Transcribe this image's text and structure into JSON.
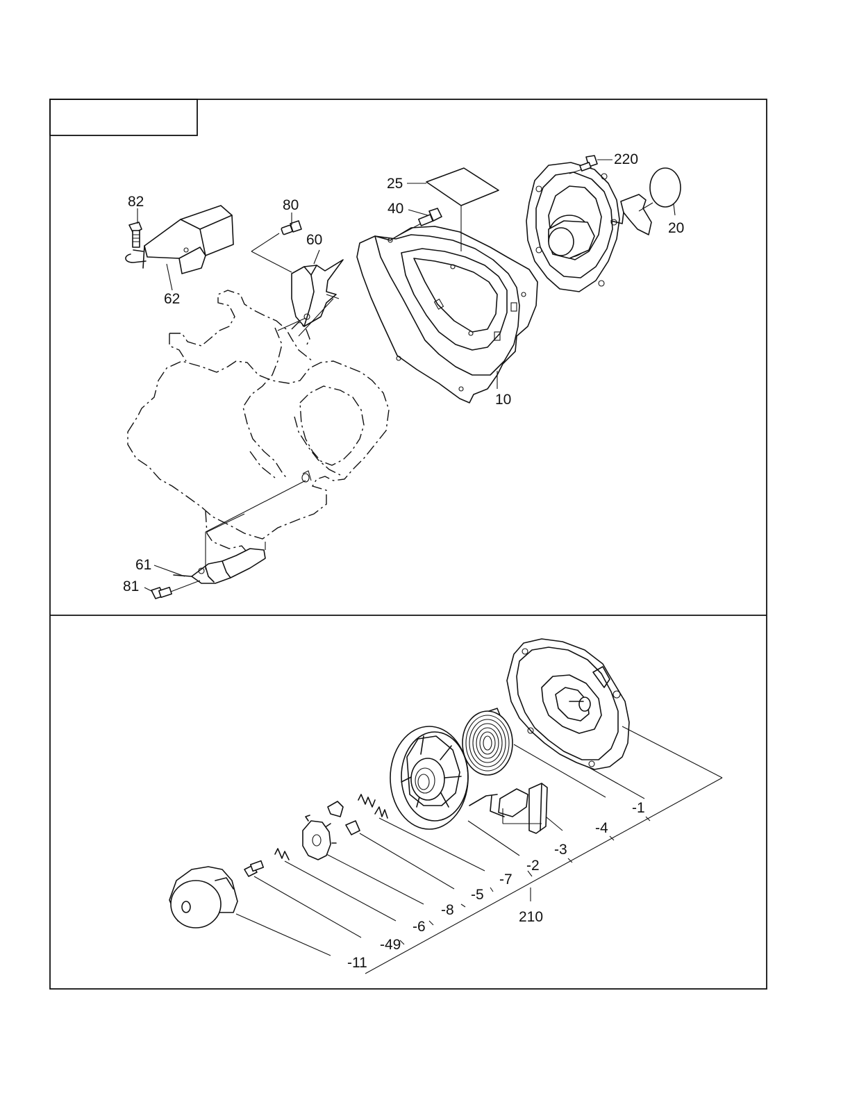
{
  "diagram": {
    "header_box_text": "",
    "upper_panel": {
      "callouts": [
        {
          "id": "c82",
          "text": "82"
        },
        {
          "id": "c80",
          "text": "80"
        },
        {
          "id": "c60",
          "text": "60"
        },
        {
          "id": "c62",
          "text": "62"
        },
        {
          "id": "c25",
          "text": "25"
        },
        {
          "id": "c40",
          "text": "40"
        },
        {
          "id": "c220",
          "text": "220"
        },
        {
          "id": "c20",
          "text": "20"
        },
        {
          "id": "c10",
          "text": "10"
        },
        {
          "id": "c61",
          "text": "61"
        },
        {
          "id": "c81",
          "text": "81"
        }
      ]
    },
    "lower_panel": {
      "assembly_label": "210",
      "callouts": [
        {
          "id": "s1",
          "text": "-1"
        },
        {
          "id": "s4",
          "text": "-4"
        },
        {
          "id": "s3",
          "text": "-3"
        },
        {
          "id": "s2",
          "text": "-2"
        },
        {
          "id": "s7",
          "text": "-7"
        },
        {
          "id": "s5",
          "text": "-5"
        },
        {
          "id": "s8",
          "text": "-8"
        },
        {
          "id": "s6",
          "text": "-6"
        },
        {
          "id": "s49",
          "text": "-49"
        },
        {
          "id": "s11",
          "text": "-11"
        }
      ]
    }
  }
}
